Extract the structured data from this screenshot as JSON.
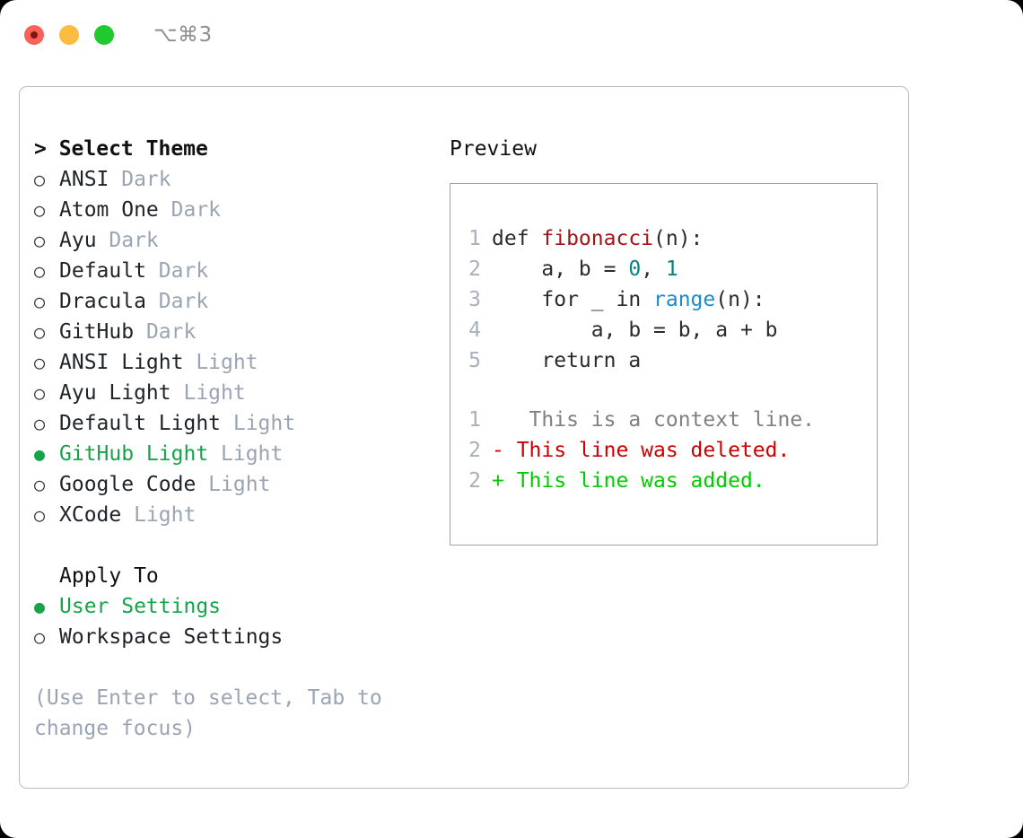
{
  "window": {
    "shortcut_label": "⌥⌘3",
    "traffic_lights": [
      "close",
      "minimize",
      "maximize"
    ]
  },
  "theme_picker": {
    "header": "> Select Theme",
    "options": [
      {
        "marker": "○",
        "label": "ANSI",
        "badge": "Dark",
        "selected": false
      },
      {
        "marker": "○",
        "label": "Atom One",
        "badge": "Dark",
        "selected": false
      },
      {
        "marker": "○",
        "label": "Ayu",
        "badge": "Dark",
        "selected": false
      },
      {
        "marker": "○",
        "label": "Default",
        "badge": "Dark",
        "selected": false
      },
      {
        "marker": "○",
        "label": "Dracula",
        "badge": "Dark",
        "selected": false
      },
      {
        "marker": "○",
        "label": "GitHub",
        "badge": "Dark",
        "selected": false
      },
      {
        "marker": "○",
        "label": "ANSI Light",
        "badge": "Light",
        "selected": false
      },
      {
        "marker": "○",
        "label": "Ayu Light",
        "badge": "Light",
        "selected": false
      },
      {
        "marker": "○",
        "label": "Default Light",
        "badge": "Light",
        "selected": false
      },
      {
        "marker": "●",
        "label": "GitHub Light",
        "badge": "Light",
        "selected": true
      },
      {
        "marker": "○",
        "label": "Google Code",
        "badge": "Light",
        "selected": false
      },
      {
        "marker": "○",
        "label": "XCode",
        "badge": "Light",
        "selected": false
      }
    ]
  },
  "apply_to": {
    "header": "Apply To",
    "options": [
      {
        "marker": "●",
        "label": "User Settings",
        "selected": true
      },
      {
        "marker": "○",
        "label": "Workspace Settings",
        "selected": false
      }
    ]
  },
  "hint": "(Use Enter to select, Tab to change focus)",
  "preview": {
    "header": "Preview",
    "code_lines": [
      {
        "num": "1",
        "tokens": [
          {
            "text": "def ",
            "type": "plain"
          },
          {
            "text": "fibonacci",
            "type": "fn"
          },
          {
            "text": "(n):",
            "type": "plain"
          }
        ]
      },
      {
        "num": "2",
        "tokens": [
          {
            "text": "    a, b = ",
            "type": "plain"
          },
          {
            "text": "0",
            "type": "num"
          },
          {
            "text": ", ",
            "type": "plain"
          },
          {
            "text": "1",
            "type": "num"
          }
        ]
      },
      {
        "num": "3",
        "tokens": [
          {
            "text": "    for _ in ",
            "type": "plain"
          },
          {
            "text": "range",
            "type": "call"
          },
          {
            "text": "(n):",
            "type": "plain"
          }
        ]
      },
      {
        "num": "4",
        "tokens": [
          {
            "text": "        a, b = b, a + b",
            "type": "plain"
          }
        ]
      },
      {
        "num": "5",
        "tokens": [
          {
            "text": "    return a",
            "type": "plain"
          }
        ]
      }
    ],
    "diff_lines": [
      {
        "num": "1",
        "sign": " ",
        "text": "  This is a context line.",
        "kind": "ctx"
      },
      {
        "num": "2",
        "sign": "-",
        "text": " This line was deleted.",
        "kind": "del"
      },
      {
        "num": "2",
        "sign": "+",
        "text": " This line was added.",
        "kind": "add"
      }
    ]
  },
  "colors": {
    "selected_green": "#16a34a",
    "diff_add_green": "#00cc00",
    "diff_del_red": "#cc0000",
    "muted_gray": "#9aa4b2",
    "keyword_red": "#a31515",
    "number_teal": "#0b8080",
    "call_blue": "#1a8cc8"
  }
}
